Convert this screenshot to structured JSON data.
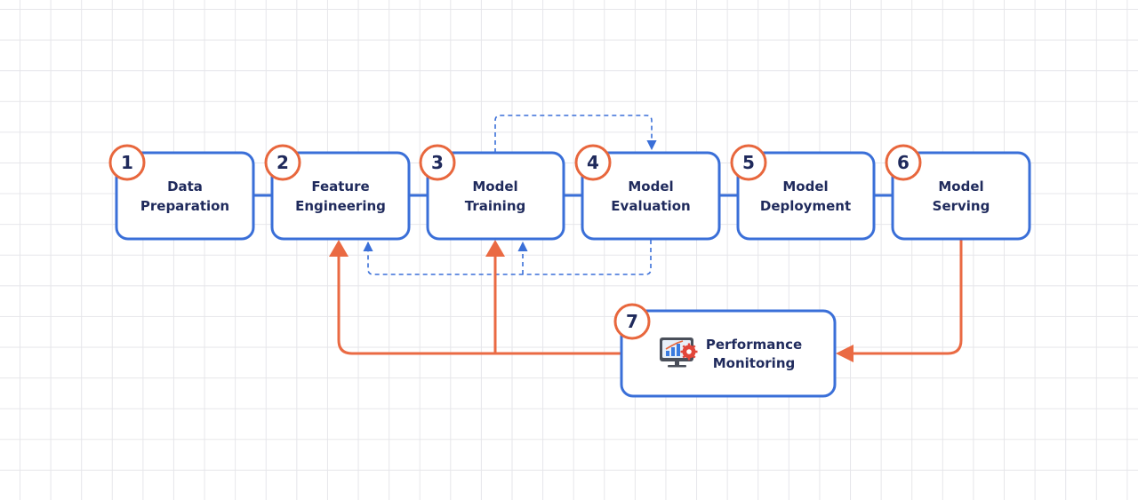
{
  "nodes": [
    {
      "badge": "1",
      "line1": "Data",
      "line2": "Preparation"
    },
    {
      "badge": "2",
      "line1": "Feature",
      "line2": "Engineering"
    },
    {
      "badge": "3",
      "line1": "Model",
      "line2": "Training"
    },
    {
      "badge": "4",
      "line1": "Model",
      "line2": "Evaluation"
    },
    {
      "badge": "5",
      "line1": "Model",
      "line2": "Deployment"
    },
    {
      "badge": "6",
      "line1": "Model",
      "line2": "Serving"
    }
  ],
  "monitor": {
    "badge": "7",
    "line1": "Performance",
    "line2": "Monitoring",
    "icon": "monitor-chart-gear-icon"
  },
  "colors": {
    "box_stroke": "#3a6fd8",
    "badge_stroke": "#e8673d",
    "feedback_arrow": "#ea6a43",
    "text": "#1f2a5c"
  }
}
